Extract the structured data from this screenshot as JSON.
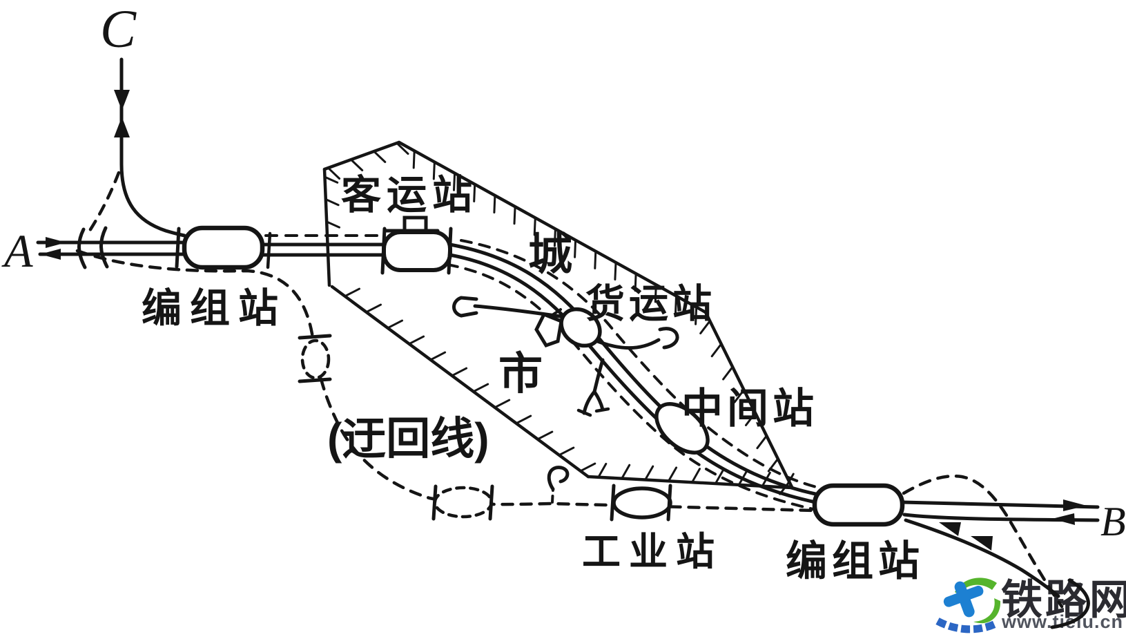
{
  "labels": {
    "junction_a": "A",
    "junction_b": "B",
    "junction_c": "C",
    "marshalling_west": "编组站",
    "passenger_station": "客运站",
    "city_char_upper": "城",
    "city_char_lower": "市",
    "freight_station": "货运站",
    "intermediate_station": "中间站",
    "bypass_line": "(迂回线)",
    "industrial_station": "工业站",
    "marshalling_east": "编组站"
  },
  "watermark": {
    "site_name": "铁路网",
    "site_url": "www.tielu.cn"
  },
  "colors": {
    "ink": "#151515",
    "watermark_name": "#2b2b31",
    "watermark_url": "#50545e",
    "brand_blue": "#1d80d2",
    "brand_blue_dark": "#2b66c4",
    "brand_green": "#55b42c"
  }
}
